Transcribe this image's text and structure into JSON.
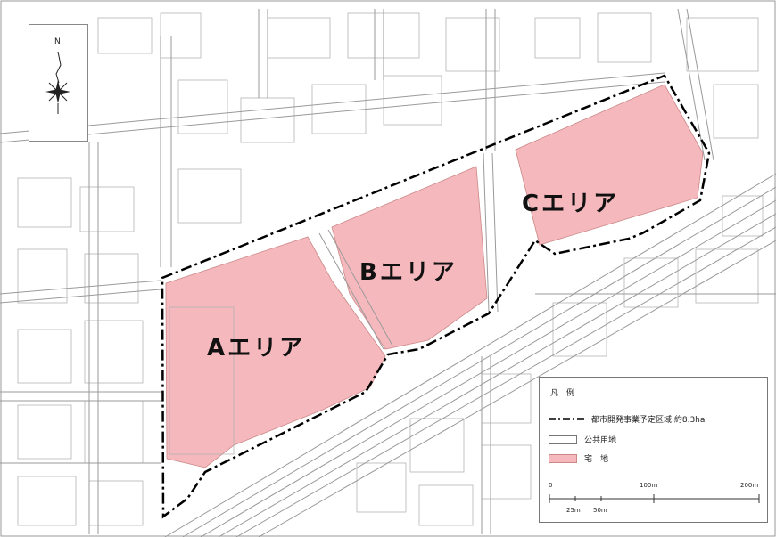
{
  "map": {
    "north_label": "N",
    "areas": [
      {
        "id": "a",
        "label": "Aエリア"
      },
      {
        "id": "b",
        "label": "Bエリア"
      },
      {
        "id": "c",
        "label": "Cエリア"
      }
    ],
    "legend": {
      "title": "凡　例",
      "items": [
        {
          "label": "都市開発事業予定区域  約8.3ha"
        },
        {
          "label": "公共用地"
        },
        {
          "label": "宅　地"
        }
      ],
      "scale": {
        "top_labels": [
          "0",
          "100m",
          "200m"
        ],
        "bottom_labels": [
          "25m",
          "50m"
        ]
      }
    },
    "colors": {
      "residential": "#f4b8bd",
      "boundary": "#000000",
      "public": "#ffffff",
      "roads": "#9a9a9a"
    }
  }
}
